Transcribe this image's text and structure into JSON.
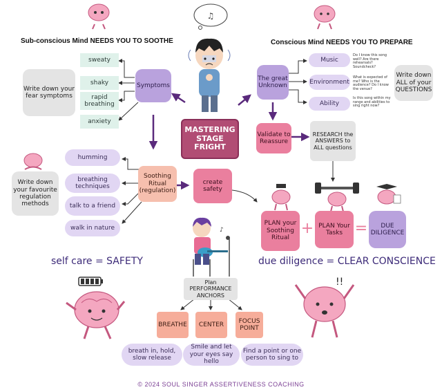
{
  "headings": {
    "subconscious": "Sub-conscious Mind NEEDS YOU TO SOOTHE",
    "conscious": "Conscious Mind NEEDS YOU TO PREPARE"
  },
  "center": {
    "title": "MASTERING STAGE FRIGHT"
  },
  "symptoms": {
    "label": "Symptoms",
    "items": [
      "sweaty",
      "shaky",
      "rapid breathing",
      "anxiety"
    ],
    "note": "Write down your fear symptoms"
  },
  "great_unknown": {
    "label": "The great Unknown",
    "items": [
      "Music",
      "Environment",
      "Ability"
    ],
    "questions": [
      "Do I know this song well? Are there rehearsals? Soundcheck?",
      "What is expected of me? Who is the audience? Do I know the venue?",
      "Is this song within my range and abilities to sing right now?"
    ],
    "note": "Write down ALL of your QUESTIONS"
  },
  "validate": {
    "label": "Validate to Reassure"
  },
  "research": {
    "label": "RESEARCH the ANSWERS to ALL questions"
  },
  "soothing": {
    "label": "Soothing Ritual (regulation)",
    "items": [
      "humming",
      "breathing techniques",
      "talk to a friend",
      "walk in nature"
    ],
    "note": "Write down your favourite regulation methods"
  },
  "create_safety": {
    "label": "create safety"
  },
  "plan": {
    "ritual": "PLAN your Soothing Ritual",
    "tasks": "PLAN Your Tasks",
    "due": "DUE DILIGENCE",
    "plus": "+",
    "equals": "="
  },
  "slogans": {
    "left": "self care = SAFETY",
    "right": "due diligence = CLEAR CONSCIENCE"
  },
  "anchors": {
    "label": "Plan PERFORMANCE ANCHORS",
    "items": [
      {
        "title": "BREATHE",
        "desc": "breath in, hold, slow release"
      },
      {
        "title": "CENTER",
        "desc": "Smile and let your eyes say hello"
      },
      {
        "title": "FOCUS POINT",
        "desc": "Find a point or one person to sing to"
      }
    ]
  },
  "exclaim": "!!",
  "footer": "© 2024 SOUL SINGER ASSERTIVENESS COACHING",
  "colors": {
    "arrow": "#5a2a7c",
    "pink": "#ea7f9e",
    "lavender": "#e1d6f3",
    "purple": "#b9a2dd",
    "mint": "#dff1ea",
    "peach": "#f6ad9a",
    "brain": "#f4a7c0"
  }
}
